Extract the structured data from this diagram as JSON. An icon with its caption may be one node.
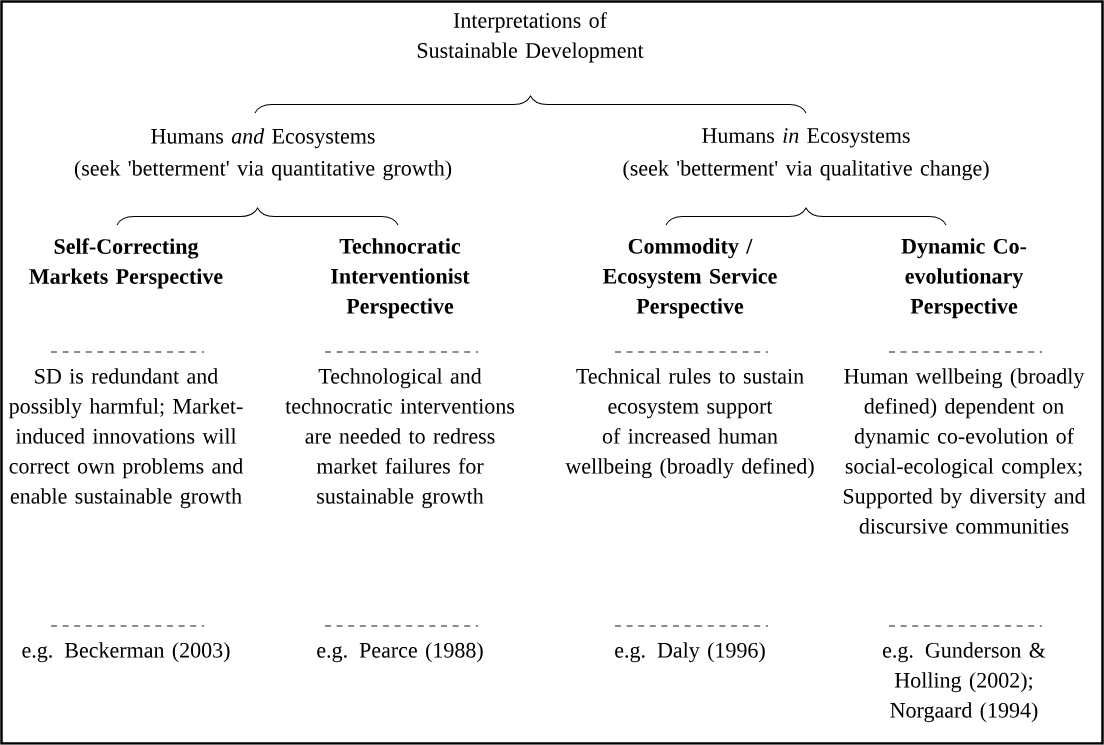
{
  "diagram": {
    "title": "Interpretations of Sustainable Development",
    "labels": [
      "Humans *and* Ecosystems",
      "Humans *in* Ecosystems",
      "(seek 'betterment' via quantitative growth)",
      "(seek 'betterment' via qualitative change)",
      "Self-Correcting Markets Perspective",
      "Technocratic Interventionist Perspective",
      "Commodity / Ecosystem Service Perspective",
      "Dynamic Co-evolutionary Perspective",
      "SD is redundant and possibly harmful; Market-induced innovations will correct own problems and enable sustainable growth",
      "Technological and technocratic interventions are needed to redress market failures for sustainable growth",
      "Technical rules to sustain ecosystem support of increased human wellbeing (broadly defined)",
      "Human wellbeing (broadly defined) dependent on dynamic co-evolution of social-ecological complex; Supported by diversity and discursive communities",
      "e.g. Beckerman (2003)",
      "e.g. Pearce (1988)",
      "e.g. Daly (1996)",
      "e.g. Gunderson & Holling (2002); Norgaard (1994)"
    ]
  }
}
